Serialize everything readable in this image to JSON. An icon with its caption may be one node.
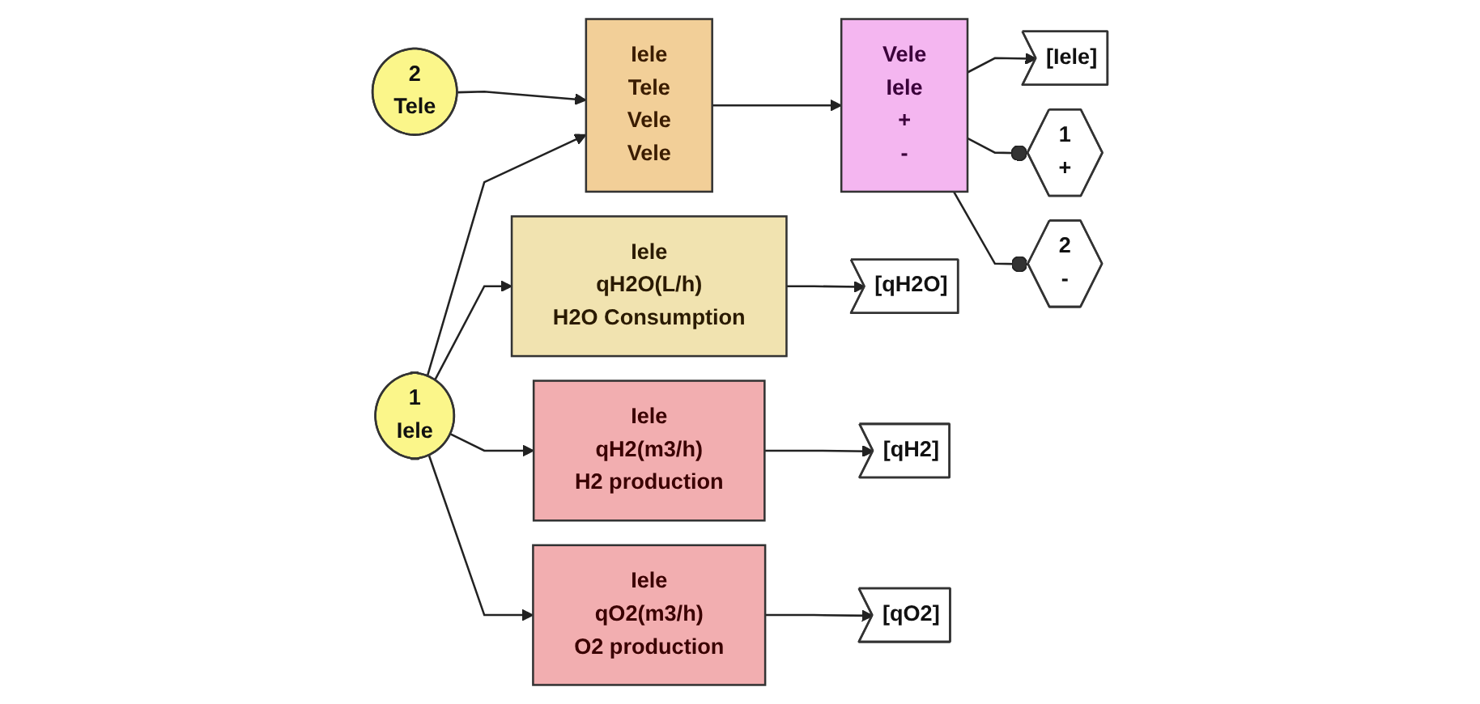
{
  "diagram": {
    "nodes": [
      {
        "text": [
          "1",
          "Iele"
        ]
      },
      {
        "text": [
          "2",
          "Tele"
        ]
      },
      {
        "text": [
          "Iele",
          "Tele",
          "Vele",
          "Vele"
        ]
      },
      {
        "text": [
          "Vele",
          "Iele",
          "+",
          "-"
        ]
      },
      {
        "text": [
          "[Iele]"
        ]
      },
      {
        "text": [
          "1",
          "+"
        ]
      },
      {
        "text": [
          "2",
          "-"
        ]
      },
      {
        "text": [
          "Iele",
          "qH2O(L/h)",
          "H2O Consumption"
        ]
      },
      {
        "text": [
          "[qH2O]"
        ]
      },
      {
        "text": [
          "Iele",
          "qH2(m3/h)",
          "H2 production"
        ]
      },
      {
        "text": [
          "[qH2]"
        ]
      },
      {
        "text": [
          "Iele",
          "qO2(m3/h)",
          "O2 production"
        ]
      },
      {
        "text": [
          "[qO2]"
        ]
      }
    ],
    "edges": [
      {
        "from": 0,
        "to": 2,
        "arrow": "to"
      },
      {
        "from": 1,
        "to": 2,
        "arrow": "to"
      },
      {
        "from": 2,
        "to": 3,
        "arrow": "to"
      },
      {
        "from": 3,
        "to": 4,
        "arrow": "to"
      },
      {
        "from": 3,
        "to": 5,
        "arrow": "other"
      },
      {
        "from": 3,
        "to": 6,
        "arrow": "other"
      },
      {
        "from": 0,
        "to": 7,
        "arrow": "to"
      },
      {
        "from": 0,
        "to": 9,
        "arrow": "to"
      },
      {
        "from": 0,
        "to": 11,
        "arrow": "to"
      },
      {
        "from": 7,
        "to": 8,
        "arrow": "to"
      },
      {
        "from": 9,
        "to": 10,
        "arrow": "to"
      },
      {
        "from": 11,
        "to": 12,
        "arrow": "to"
      }
    ]
  }
}
